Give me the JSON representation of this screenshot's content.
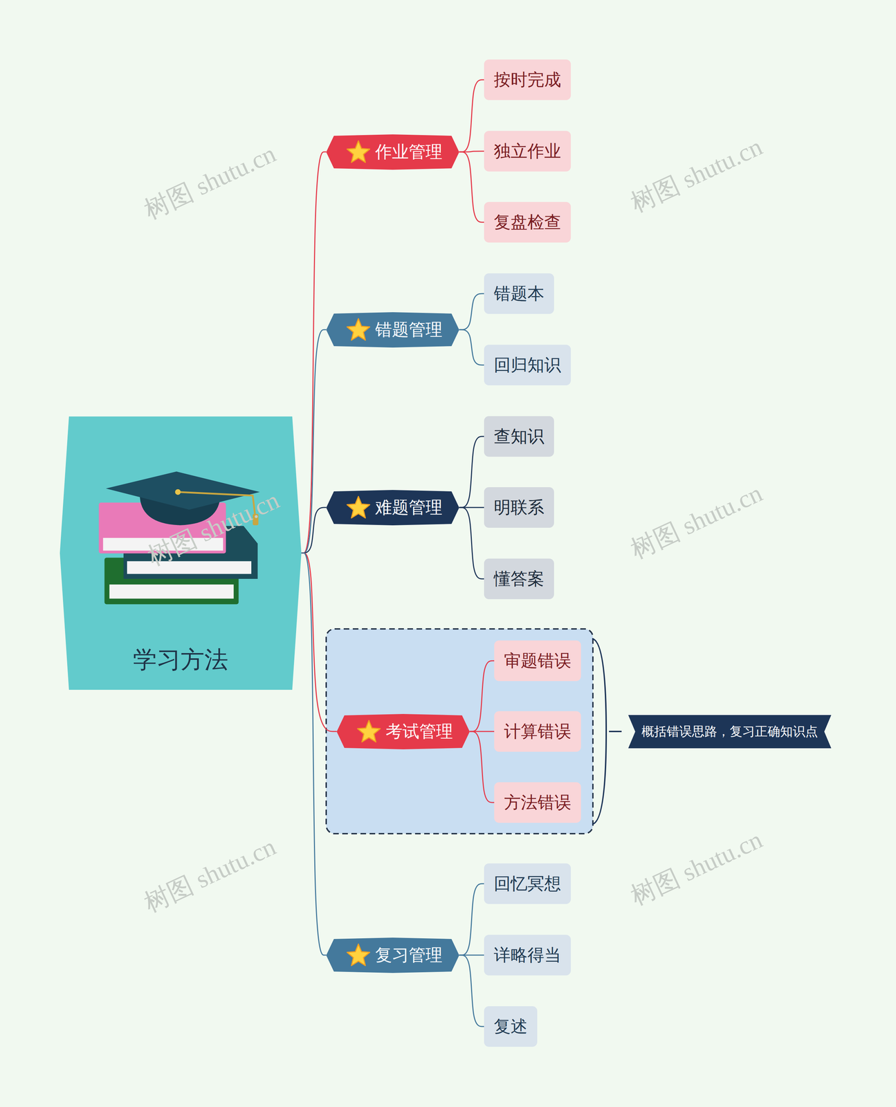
{
  "diagram": {
    "nodes": [
      {
        "text": [
          "学习方法"
        ]
      },
      {
        "text": [
          "作业管理"
        ]
      },
      {
        "text": [
          "按时完成"
        ]
      },
      {
        "text": [
          "独立作业"
        ]
      },
      {
        "text": [
          "复盘检查"
        ]
      },
      {
        "text": [
          "错题管理"
        ]
      },
      {
        "text": [
          "错题本"
        ]
      },
      {
        "text": [
          "回归知识"
        ]
      },
      {
        "text": [
          "难题管理"
        ]
      },
      {
        "text": [
          "查知识"
        ]
      },
      {
        "text": [
          "明联系"
        ]
      },
      {
        "text": [
          "懂答案"
        ]
      },
      {
        "text": [
          "考试管理"
        ]
      },
      {
        "text": [
          "审题错误"
        ]
      },
      {
        "text": [
          "计算错误"
        ]
      },
      {
        "text": [
          "方法错误"
        ]
      },
      {
        "text": [
          "概括错误思路，复习正确知识点"
        ]
      },
      {
        "text": [
          "复习管理"
        ]
      },
      {
        "text": [
          "回忆冥想"
        ]
      },
      {
        "text": [
          "详略得当"
        ]
      },
      {
        "text": [
          "复述"
        ]
      }
    ],
    "edges": [
      {
        "from": 0,
        "to": 1,
        "arrow": "none"
      },
      {
        "from": 0,
        "to": 5,
        "arrow": "none"
      },
      {
        "from": 0,
        "to": 8,
        "arrow": "none"
      },
      {
        "from": 0,
        "to": 12,
        "arrow": "none"
      },
      {
        "from": 0,
        "to": 17,
        "arrow": "none"
      },
      {
        "from": 1,
        "to": 2,
        "arrow": "none"
      },
      {
        "from": 1,
        "to": 3,
        "arrow": "none"
      },
      {
        "from": 1,
        "to": 4,
        "arrow": "none"
      },
      {
        "from": 5,
        "to": 6,
        "arrow": "none"
      },
      {
        "from": 5,
        "to": 7,
        "arrow": "none"
      },
      {
        "from": 8,
        "to": 9,
        "arrow": "none"
      },
      {
        "from": 8,
        "to": 10,
        "arrow": "none"
      },
      {
        "from": 8,
        "to": 11,
        "arrow": "none"
      },
      {
        "from": 12,
        "to": 13,
        "arrow": "none"
      },
      {
        "from": 12,
        "to": 14,
        "arrow": "none"
      },
      {
        "from": 12,
        "to": 15,
        "arrow": "none"
      },
      {
        "from": 17,
        "to": 18,
        "arrow": "none"
      },
      {
        "from": 17,
        "to": 19,
        "arrow": "none"
      },
      {
        "from": 17,
        "to": 20,
        "arrow": "none"
      }
    ],
    "labels": [
      "树图 shutu.cn",
      "树图 shutu.cn",
      "树图 shutu.cn",
      "树图 shutu.cn",
      "树图 shutu.cn",
      "树图 shutu.cn"
    ]
  }
}
